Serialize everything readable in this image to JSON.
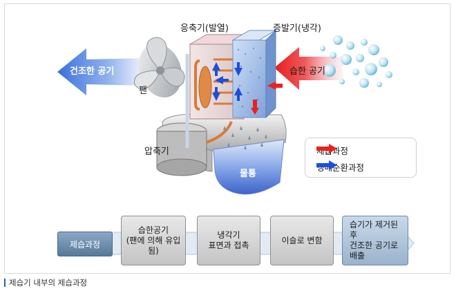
{
  "diagram": {
    "labels": {
      "condenser": "응축기(발열)",
      "evaporator": "증발기(냉각)",
      "dry_air": "건조한 공기",
      "fan": "팬",
      "humid_air": "습한 공기",
      "compressor": "압축기",
      "water_tank": "물통"
    },
    "legend": [
      {
        "label": "제습과정",
        "color": "#e8231e"
      },
      {
        "label": "냉매순환과정",
        "color": "#1d4fd8"
      }
    ],
    "process_flow": {
      "start": "제습과정",
      "steps": [
        "습한공기\n(팬에 의해 유입됨)",
        "냉각기\n표면과 접촉",
        "이슬로 변함",
        "습기가 제거된 후\n건조한 공기로\n배출"
      ]
    }
  },
  "caption": "제습기 내부의 제습과정"
}
